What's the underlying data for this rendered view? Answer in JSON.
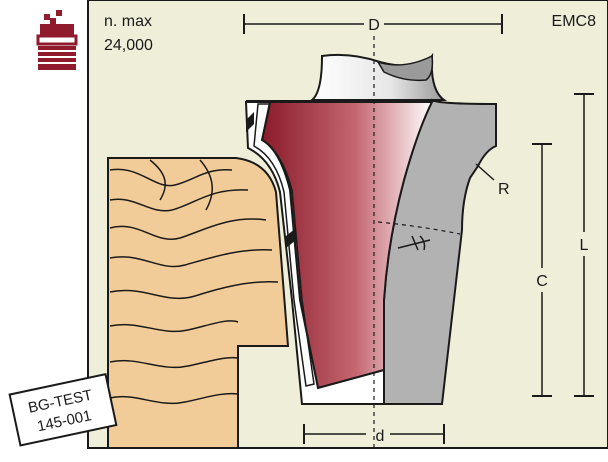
{
  "header": {
    "speed_label": "n. max",
    "speed_value": "24,000",
    "code": "EMC8"
  },
  "dimensions": {
    "D": "D",
    "d": "d",
    "L": "L",
    "C": "C",
    "R": "R"
  },
  "tag": {
    "line1": "BG-TEST",
    "line2": "145-001"
  },
  "colors": {
    "panel": "#efeed9",
    "wood": "#f2cc98",
    "blade": "#8f1b2c",
    "body": "#b2b2b2",
    "icon": "#8f1b2c"
  }
}
